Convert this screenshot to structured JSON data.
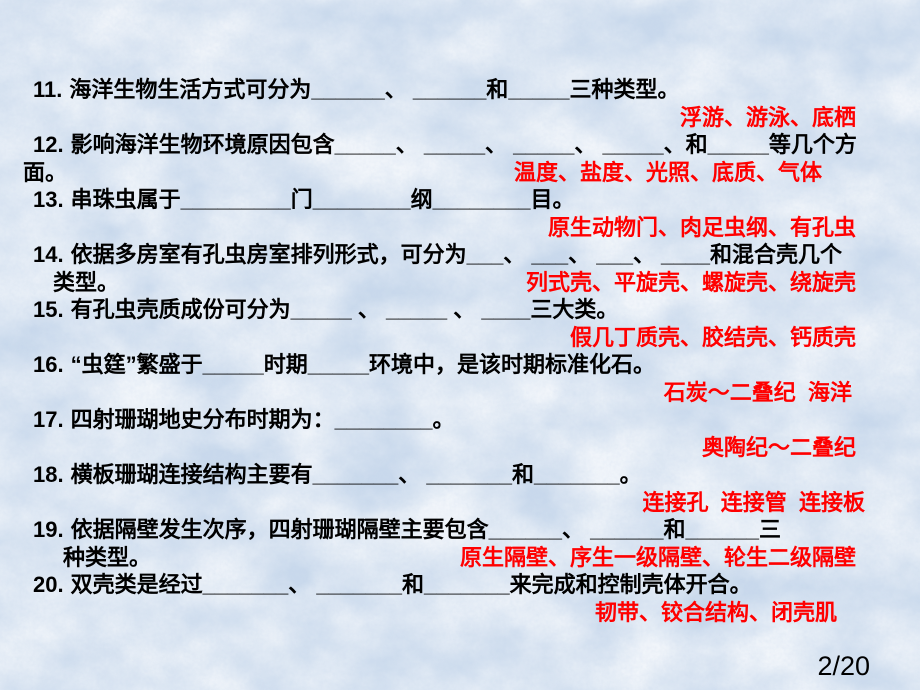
{
  "page": {
    "page_indicator": "2/20"
  },
  "colors": {
    "background": "#c9d9ec",
    "question_text": "#000000",
    "answer_text": "#ff0000"
  },
  "questions": [
    {
      "number": "11.",
      "line1": "海洋生物生活方式可分为______、 ______和_____三种类型。",
      "answer": "浮游、游泳、底栖"
    },
    {
      "number": "12.",
      "line1": "影响海洋生物环境原因包含_____、 _____、 _____、 _____、和_____等几个方",
      "line2": "面。",
      "answer": "温度、盐度、光照、底质、气体"
    },
    {
      "number": "13.",
      "line1": "串珠虫属于_________门________纲________目。",
      "answer": "原生动物门、肉足虫纲、有孔虫"
    },
    {
      "number": "14.",
      "line1": "依据多房室有孔虫房室排列形式，可分为___、 ___、 ___、 ____和混合壳几个",
      "line2": "类型。",
      "answer": "列式壳、平旋壳、螺旋壳、绕旋壳"
    },
    {
      "number": "15.",
      "line1": "有孔虫壳质成份可分为_____ 、 _____ 、 ____三大类。",
      "answer": "假几丁质壳、胶结壳、钙质壳"
    },
    {
      "number": "16.",
      "line1": "“虫筳”繁盛于_____时期_____环境中，是该时期标准化石。",
      "answer": "石炭～二叠纪  海洋"
    },
    {
      "number": "17.",
      "line1": "四射珊瑚地史分布时期为：________。",
      "answer": "奥陶纪～二叠纪"
    },
    {
      "number": "18.",
      "line1": "横板珊瑚连接结构主要有_______、 _______和_______。",
      "answer": "连接孔  连接管  连接板"
    },
    {
      "number": "19.",
      "line1": "依据隔壁发生次序，四射珊瑚隔壁主要包含______、 ______和______三",
      "line2": "种类型。",
      "answer": "原生隔壁、序生一级隔壁、轮生二级隔壁"
    },
    {
      "number": "20.",
      "line1": "双壳类是经过_______、 _______和_______来完成和控制壳体开合。",
      "answer": "韧带、铰合结构、闭壳肌"
    }
  ]
}
